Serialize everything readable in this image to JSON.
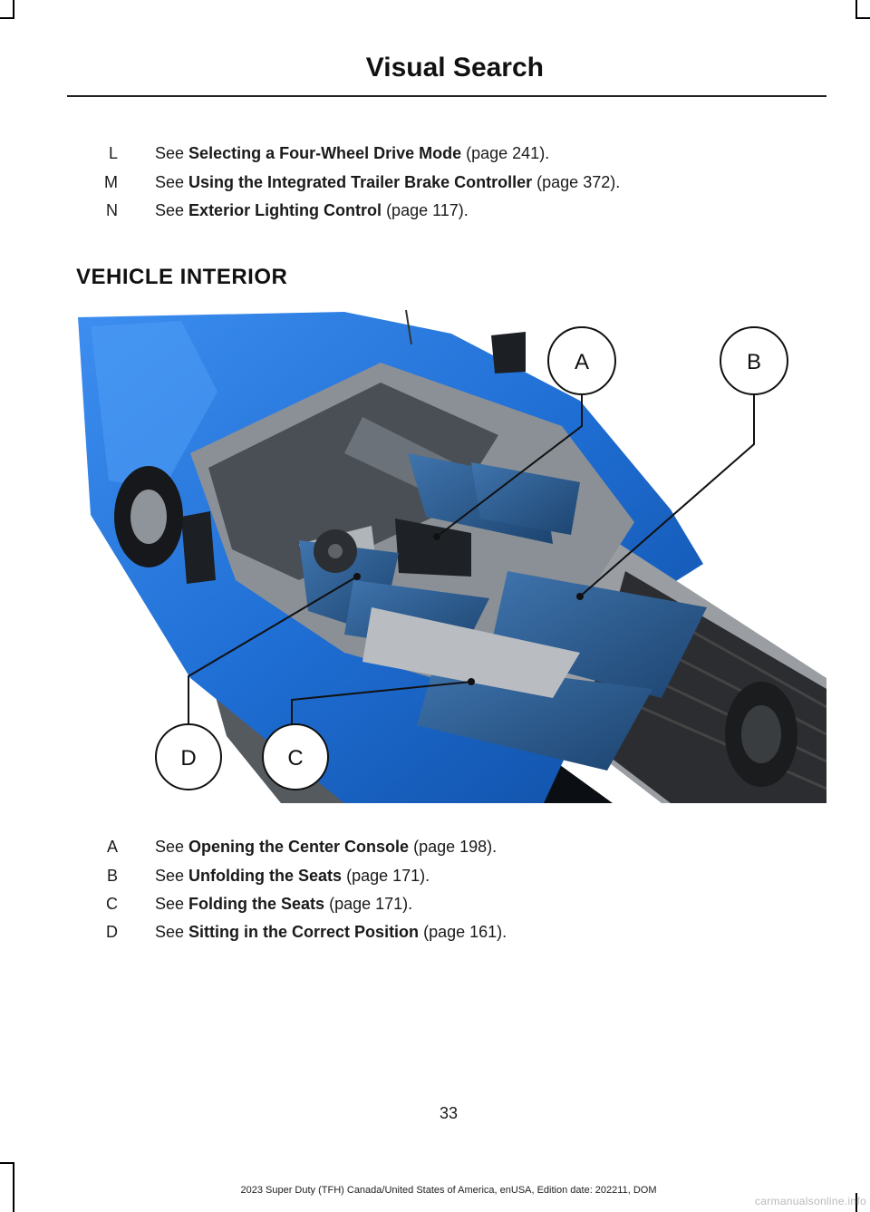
{
  "header": {
    "title": "Visual Search"
  },
  "top_refs": [
    {
      "letter": "L",
      "see": "See",
      "link": "Selecting a Four-Wheel Drive Mode",
      "page": "(page 241)."
    },
    {
      "letter": "M",
      "see": "See",
      "link": "Using the Integrated Trailer Brake Controller",
      "page": "(page 372)."
    },
    {
      "letter": "N",
      "see": "See",
      "link": "Exterior Lighting Control",
      "page": "(page 117)."
    }
  ],
  "section": {
    "heading": "VEHICLE INTERIOR"
  },
  "callouts": {
    "a": "A",
    "b": "B",
    "c": "C",
    "d": "D"
  },
  "interior_refs": [
    {
      "letter": "A",
      "see": "See",
      "link": "Opening the Center Console",
      "page": "(page 198)."
    },
    {
      "letter": "B",
      "see": "See",
      "link": "Unfolding the Seats",
      "page": "(page 171)."
    },
    {
      "letter": "C",
      "see": "See",
      "link": "Folding the Seats",
      "page": "(page 171)."
    },
    {
      "letter": "D",
      "see": "See",
      "link": "Sitting in the Correct Position",
      "page": "(page 161)."
    }
  ],
  "page_number": "33",
  "footer": "2023 Super Duty (TFH) Canada/United States of America, enUSA, Edition date: 202211, DOM",
  "watermark": "carmanualsonline.info",
  "colors": {
    "body_paint": "#1f6ed4",
    "seats": "#2d5a8c",
    "interior_gray": "#7f858b"
  }
}
